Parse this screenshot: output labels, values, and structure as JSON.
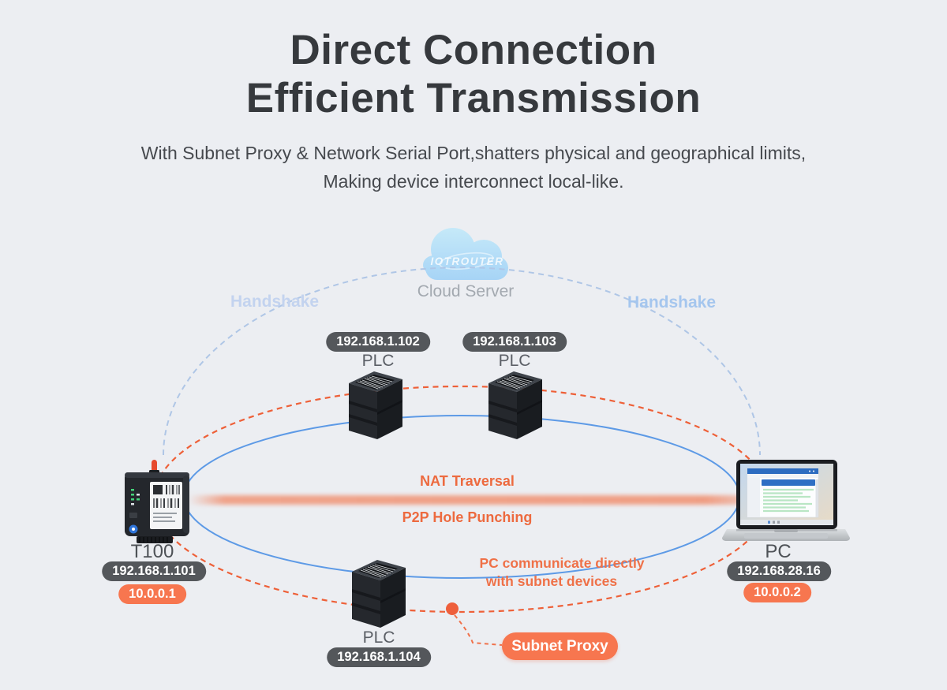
{
  "page": {
    "title_line1": "Direct Connection",
    "title_line2": "Efficient Transmission",
    "subtitle_line1": "With Subnet Proxy & Network Serial Port,shatters physical and geographical limits,",
    "subtitle_line2": "Making device interconnect local-like."
  },
  "cloud": {
    "logo_text": "IOTROUTER",
    "label": "Cloud Server"
  },
  "labels": {
    "handshake_left": "Handshake",
    "handshake_right": "Handshake",
    "nat_traversal": "NAT Traversal",
    "p2p_hole_punching": "P2P Hole Punching",
    "pc_direct_line1": "PC communicate directly",
    "pc_direct_line2": "with subnet devices",
    "subnet_proxy": "Subnet Proxy"
  },
  "devices": {
    "t100": {
      "name": "T100",
      "lan_ip": "192.168.1.101",
      "tunnel_ip": "10.0.0.1"
    },
    "plc_top_left": {
      "name": "PLC",
      "ip": "192.168.1.102"
    },
    "plc_top_right": {
      "name": "PLC",
      "ip": "192.168.1.103"
    },
    "plc_bottom": {
      "name": "PLC",
      "ip": "192.168.1.104"
    },
    "pc": {
      "name": "PC",
      "lan_ip": "192.168.28.16",
      "tunnel_ip": "10.0.0.2"
    }
  },
  "colors": {
    "background": "#ECEEF2",
    "title_text": "#36393D",
    "accent_orange": "#F7764F",
    "orange_dashed_line": "#EE6038",
    "blue_solid_line": "#5D9AE6",
    "blue_dashed_line": "#AFC6E6",
    "dark_badge": "#54575B",
    "handshake_text": "#B5CCEE",
    "cloud_top": "#C8EBF9",
    "cloud_bottom": "#A4D2F6"
  }
}
